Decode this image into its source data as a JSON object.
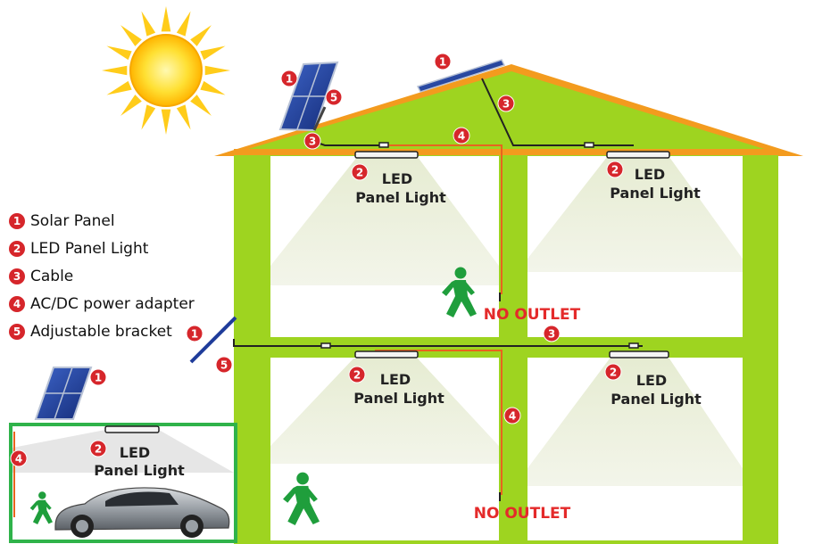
{
  "legend": [
    {
      "num": "1",
      "label": "Solar Panel"
    },
    {
      "num": "2",
      "label": "LED Panel Light"
    },
    {
      "num": "3",
      "label": "Cable"
    },
    {
      "num": "4",
      "label": "AC/DC power adapter"
    },
    {
      "num": "5",
      "label": "Adjustable bracket"
    }
  ],
  "light_label": {
    "line1": "LED",
    "line2": "Panel Light"
  },
  "no_outlet": "NO OUTLET",
  "markers": {
    "one": "1",
    "two": "2",
    "three": "3",
    "four": "4",
    "five": "5"
  },
  "colors": {
    "wall_green": "#9ed420",
    "roof_orange": "#f39b1e",
    "marker_red": "#d6262b",
    "cable_orange": "#e8641e",
    "warning_red": "#e42a2a",
    "sun_yellow": "#ffd21a",
    "person_green": "#1f9e3c",
    "panel_blue": "#1f3c9a"
  },
  "icons": {
    "sun": "sun-icon",
    "walking_person": "walking-person-icon",
    "car": "car-icon",
    "solar_panel": "solar-panel-icon"
  }
}
